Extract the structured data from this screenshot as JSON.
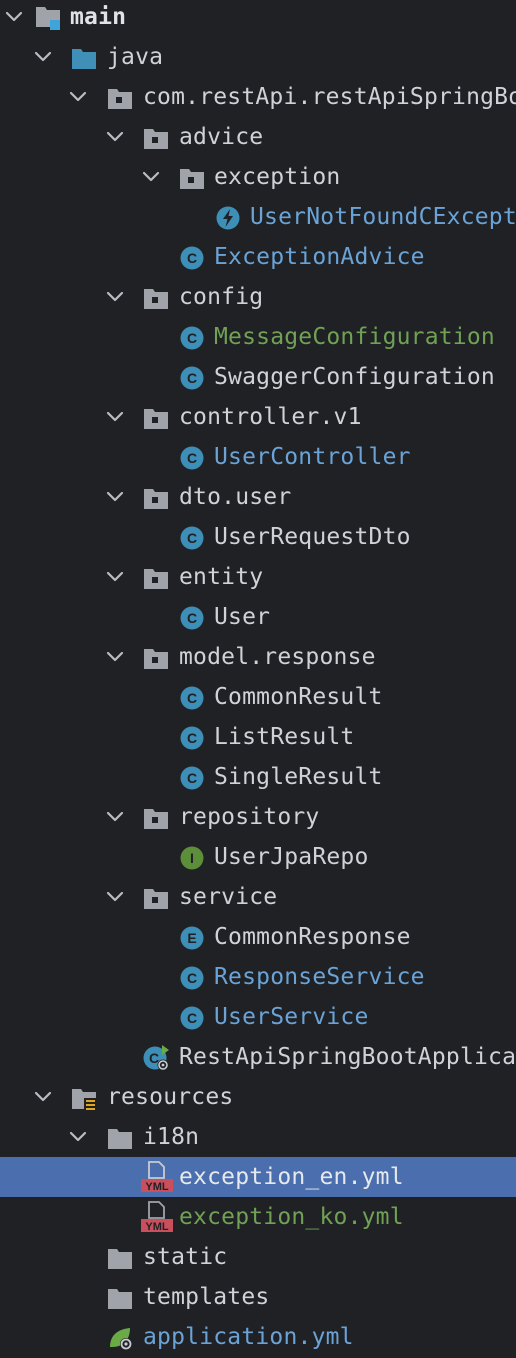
{
  "tree": {
    "main": "main",
    "java": "java",
    "package_root": "com.restApi.restApiSpringBootApp",
    "advice": "advice",
    "exception": "exception",
    "user_not_found": "UserNotFoundCException",
    "exception_advice": "ExceptionAdvice",
    "config": "config",
    "message_configuration": "MessageConfiguration",
    "swagger_configuration": "SwaggerConfiguration",
    "controller_v1": "controller.v1",
    "user_controller": "UserController",
    "dto_user": "dto.user",
    "user_request_dto": "UserRequestDto",
    "entity": "entity",
    "user": "User",
    "model_response": "model.response",
    "common_result": "CommonResult",
    "list_result": "ListResult",
    "single_result": "SingleResult",
    "repository": "repository",
    "user_jpa_repo": "UserJpaRepo",
    "service": "service",
    "common_response": "CommonResponse",
    "response_service": "ResponseService",
    "user_service": "UserService",
    "app_class": "RestApiSpringBootApplication",
    "resources": "resources",
    "i18n": "i18n",
    "exception_en": "exception_en.yml",
    "exception_ko": "exception_ko.yml",
    "static": "static",
    "templates": "templates",
    "application_yml": "application.yml"
  },
  "icon_text": {
    "class": "C",
    "interface": "I",
    "enum": "E",
    "yml": "YML"
  },
  "colors": {
    "background": "#1f2125",
    "selection": "#4b6eaf",
    "text": "#cfd3d8",
    "modified_blue": "#6ba3d6",
    "added_green": "#70a155",
    "class_icon": "#3d8fb8",
    "interface_icon": "#5d8f3a",
    "folder": "#a0a4aa"
  }
}
